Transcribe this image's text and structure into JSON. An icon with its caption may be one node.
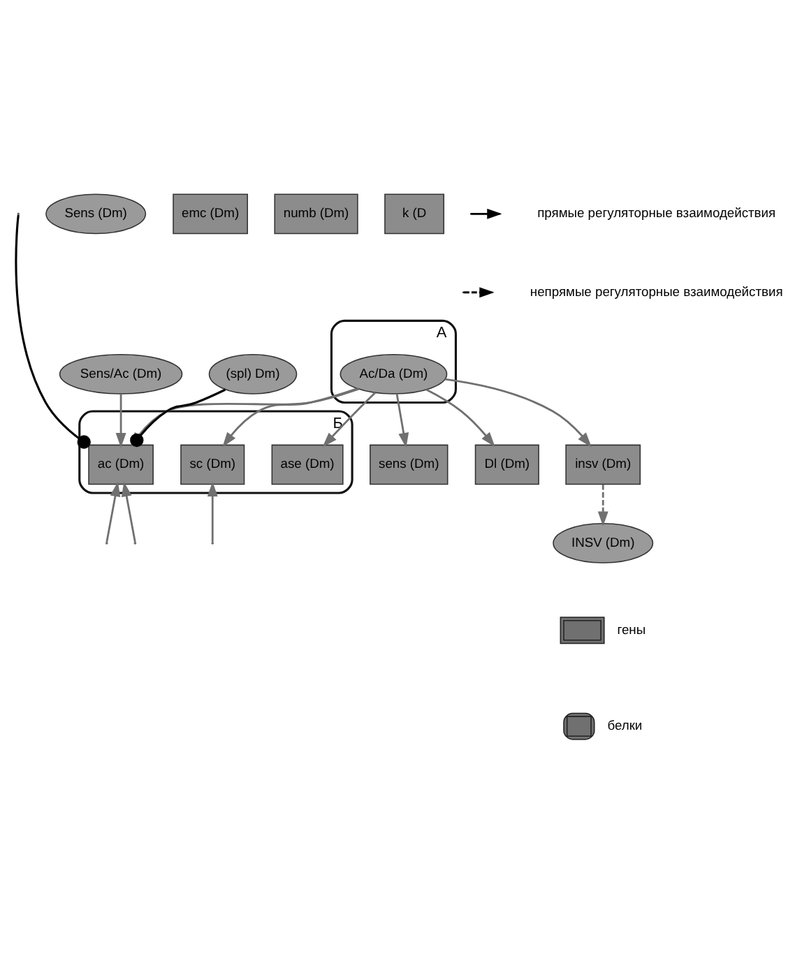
{
  "diagram": {
    "nodes": [
      {
        "text": [
          "А"
        ]
      },
      {
        "text": [
          "Ac/Da (Dm)"
        ],
        "in": 0
      },
      {
        "text": [
          "Sens/Ac (Dm)"
        ]
      },
      {
        "text": [
          "Sens (Dm)"
        ]
      },
      {
        "text": [
          "sens (Dm)"
        ]
      },
      {
        "text": [
          "emc (Dm)"
        ]
      },
      {
        "text": [
          "numb (Dm)"
        ]
      },
      {
        "text": [
          "Dl (Dm)"
        ]
      },
      {
        "text": [
          "Б"
        ]
      },
      {
        "text": [
          "ac (Dm)"
        ],
        "in": 8
      },
      {
        "text": [
          "sc (Dm)"
        ],
        "in": 8
      },
      {
        "text": [
          "ase (Dm)"
        ],
        "in": 8
      },
      {
        "text": [
          "insv (Dm)"
        ]
      },
      {
        "text": [
          "INSV (Dm)"
        ]
      },
      {
        "text": [
          "(spl) Dm)"
        ]
      },
      {
        "text": [
          "k (D"
        ]
      }
    ],
    "edges": [
      {
        "from": 1,
        "to": 4,
        "arrow": "to"
      },
      {
        "from": 1,
        "to": 7,
        "arrow": "to"
      },
      {
        "from": 1,
        "to": 9,
        "arrow": "to"
      },
      {
        "from": 1,
        "to": 10,
        "arrow": "to"
      },
      {
        "from": 1,
        "to": 11,
        "arrow": "to"
      },
      {
        "from": 1,
        "to": 12,
        "arrow": "to"
      },
      {
        "from": 2,
        "to": 9,
        "arrow": "to"
      },
      {
        "from": 12,
        "to": 13,
        "arrow": "to",
        "style": "dashed"
      },
      {
        "from": null,
        "to": 9,
        "arrow": "other",
        "color": "#000000"
      },
      {
        "from": 14,
        "to": 9,
        "arrow": "other",
        "color": "#000000"
      },
      {
        "from": null,
        "to": 9,
        "arrow": "to"
      },
      {
        "from": null,
        "to": 9,
        "arrow": "to"
      },
      {
        "from": null,
        "to": 10,
        "arrow": "to"
      }
    ],
    "legend": [
      {
        "text": "гены"
      },
      {
        "text": "прямые регуляторные взаимодействия"
      },
      {
        "text": "белки"
      },
      {
        "text": "непрямые регуляторные взаимодействия"
      }
    ]
  }
}
